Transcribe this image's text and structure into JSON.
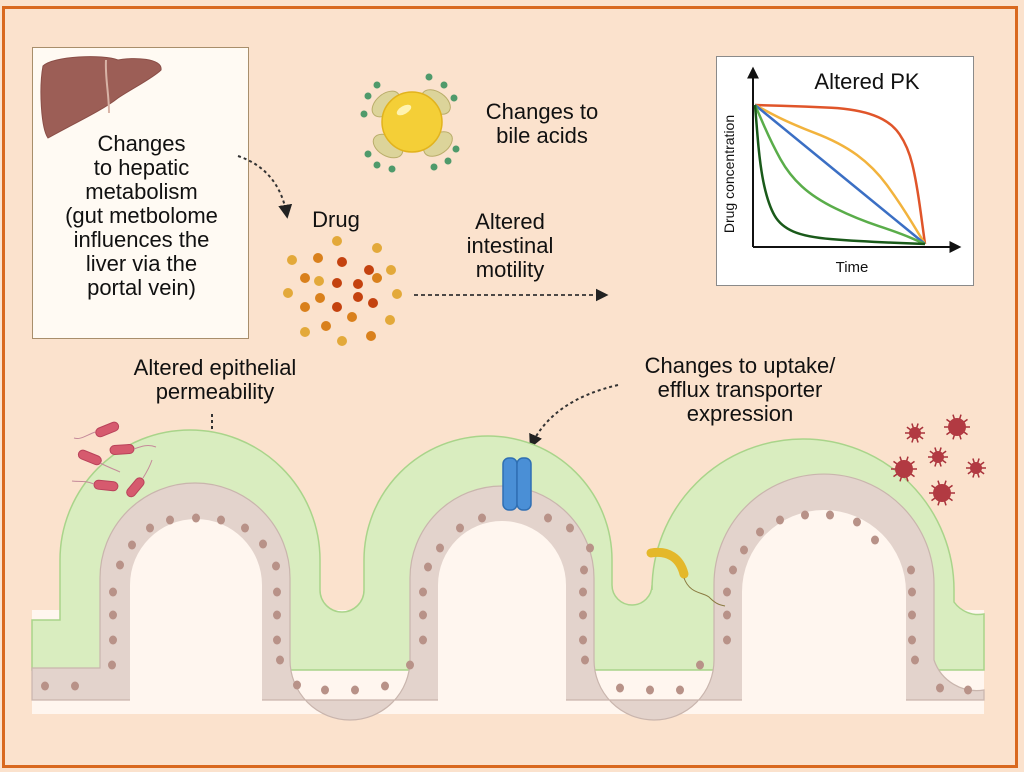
{
  "figure": {
    "frame_color": "#d9691f",
    "background_color": "#fbe2cd"
  },
  "labels": {
    "hepatic": [
      "Changes",
      "to hepatic",
      "metabolism",
      "(gut metbolome",
      "influences the",
      "liver via the",
      "portal vein)"
    ],
    "bile": [
      "Changes to",
      "bile acids"
    ],
    "drug": "Drug",
    "motility": [
      "Altered",
      "intestinal",
      "motility"
    ],
    "permeability": [
      "Altered epithelial",
      "permeability"
    ],
    "transporter": [
      "Changes to uptake/",
      "efflux transporter",
      "expression"
    ]
  },
  "icons": {
    "liver": "liver-icon",
    "bile_acid": "bile-acid-micelle-icon",
    "drug": "drug-particles-icon",
    "bacteria": "rod-bacteria-icon",
    "virus": "virus-icon",
    "transporter": "transporter-protein-icon",
    "curved_bacterium": "curved-bacterium-icon"
  },
  "drug_particles": {
    "colors": [
      "#e3a93a",
      "#d9801c",
      "#c4420f"
    ]
  },
  "chart_data": {
    "type": "line",
    "title": "Altered PK",
    "xlabel": "Time",
    "ylabel": "Drug concentration",
    "xlim": [
      0,
      1
    ],
    "ylim": [
      0,
      1
    ],
    "grid": false,
    "legend": "none",
    "series": [
      {
        "name": "red",
        "color": "#e0552a",
        "x": [
          0,
          0.3,
          0.6,
          0.8,
          0.9,
          0.95,
          1.0
        ],
        "y": [
          1.0,
          0.99,
          0.97,
          0.88,
          0.7,
          0.45,
          0.0
        ]
      },
      {
        "name": "orange",
        "color": "#f2b33d",
        "x": [
          0,
          0.2,
          0.5,
          0.7,
          0.85,
          1.0
        ],
        "y": [
          1.0,
          0.87,
          0.73,
          0.55,
          0.3,
          0.0
        ]
      },
      {
        "name": "blue",
        "color": "#3b6fc4",
        "x": [
          0,
          0.25,
          0.5,
          0.75,
          1.0
        ],
        "y": [
          1.0,
          0.75,
          0.5,
          0.25,
          0.0
        ]
      },
      {
        "name": "green",
        "color": "#5aad4a",
        "x": [
          0,
          0.1,
          0.2,
          0.35,
          0.6,
          0.85,
          1.0
        ],
        "y": [
          1.0,
          0.72,
          0.5,
          0.33,
          0.18,
          0.08,
          0.0
        ]
      },
      {
        "name": "dark-green",
        "color": "#1a5a1a",
        "x": [
          0,
          0.03,
          0.08,
          0.15,
          0.3,
          0.6,
          1.0
        ],
        "y": [
          1.0,
          0.55,
          0.28,
          0.13,
          0.05,
          0.02,
          0.0
        ]
      }
    ]
  }
}
